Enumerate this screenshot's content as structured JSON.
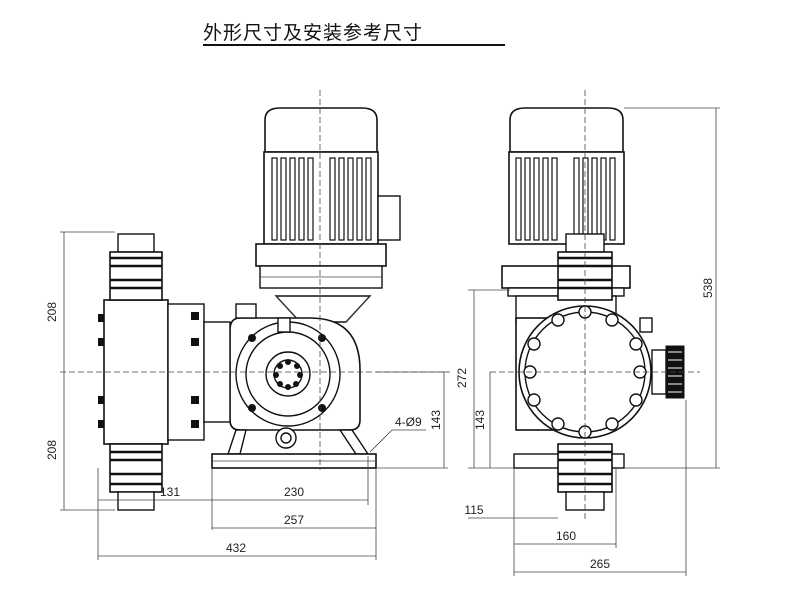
{
  "title": "外形尺寸及安装参考尺寸",
  "labels": {
    "d208_top": "208",
    "d208_bottom": "208",
    "d131": "131",
    "d230": "230",
    "d257": "257",
    "d432": "432",
    "holes": "4-Ø9",
    "d143_front": "143",
    "d272": "272",
    "d143_side": "143",
    "d538": "538",
    "d115": "115",
    "d160": "160",
    "d265": "265"
  }
}
